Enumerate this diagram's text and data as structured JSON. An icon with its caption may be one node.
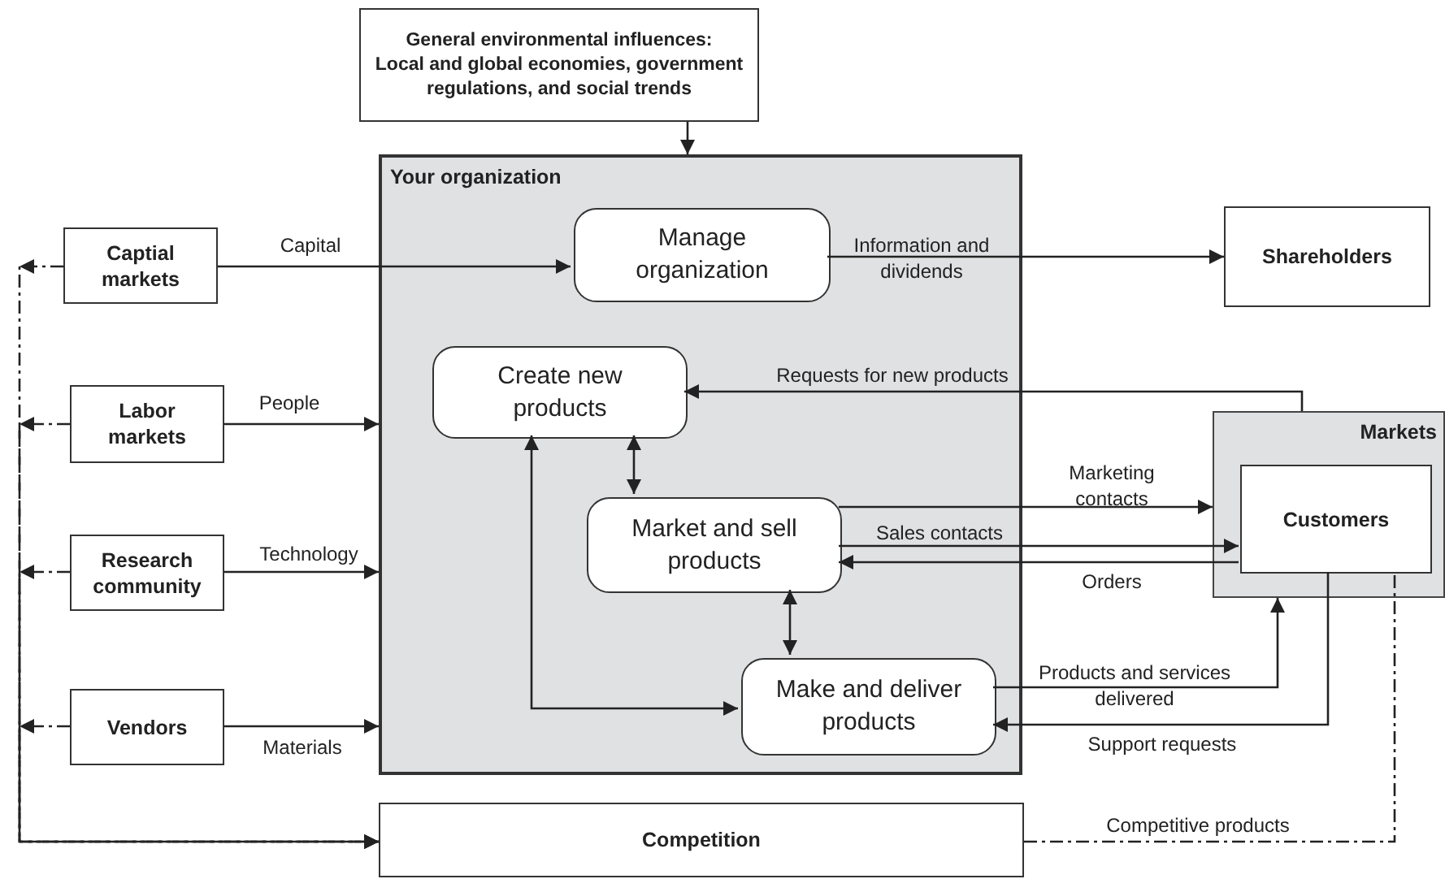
{
  "diagram": {
    "nodes": [
      {
        "text": [
          "General environmental influences:",
          "Local and global economies, government regulations, and social trends"
        ]
      },
      {
        "text": [
          "Your organization"
        ]
      },
      {
        "text": [
          "Manage organization"
        ],
        "in": 1
      },
      {
        "text": [
          "Create new products"
        ],
        "in": 1
      },
      {
        "text": [
          "Market and sell products"
        ],
        "in": 1
      },
      {
        "text": [
          "Make and deliver products"
        ],
        "in": 1
      },
      {
        "text": [
          "Captial markets"
        ]
      },
      {
        "text": [
          "Labor markets"
        ]
      },
      {
        "text": [
          "Research community"
        ]
      },
      {
        "text": [
          "Vendors"
        ]
      },
      {
        "text": [
          "Shareholders"
        ]
      },
      {
        "text": [
          "Markets"
        ]
      },
      {
        "text": [
          "Customers"
        ],
        "in": 11
      },
      {
        "text": [
          "Competition"
        ]
      }
    ],
    "edges": [
      {
        "from": 0,
        "to": 1,
        "arrow": "to"
      },
      {
        "from": 6,
        "to": 2,
        "arrow": "to",
        "label": "Capital"
      },
      {
        "from": 7,
        "to": 1,
        "arrow": "to",
        "label": "People"
      },
      {
        "from": 8,
        "to": 1,
        "arrow": "to",
        "label": "Technology"
      },
      {
        "from": 9,
        "to": 1,
        "arrow": "to",
        "label": "Materials"
      },
      {
        "from": 2,
        "to": 10,
        "arrow": "to",
        "label": "Information and dividends"
      },
      {
        "from": 11,
        "to": 3,
        "arrow": "to",
        "label": "Requests for new products"
      },
      {
        "from": 3,
        "to": 4,
        "arrow": "both"
      },
      {
        "from": 4,
        "to": 11,
        "arrow": "to",
        "label": "Marketing contacts"
      },
      {
        "from": 4,
        "to": 12,
        "arrow": "to",
        "label": "Sales contacts"
      },
      {
        "from": 12,
        "to": 4,
        "arrow": "to",
        "label": "Orders"
      },
      {
        "from": 4,
        "to": 5,
        "arrow": "both"
      },
      {
        "from": 3,
        "to": 5,
        "arrow": "both"
      },
      {
        "from": 5,
        "to": 11,
        "arrow": "to",
        "label": "Products and services delivered"
      },
      {
        "from": 12,
        "to": 5,
        "arrow": "to",
        "label": "Support requests"
      },
      {
        "from": 6,
        "to": 13,
        "arrow": "to",
        "style": "dashed"
      },
      {
        "from": 7,
        "to": 13,
        "arrow": "to",
        "style": "dashed"
      },
      {
        "from": 8,
        "to": 13,
        "arrow": "to",
        "style": "dashed"
      },
      {
        "from": 9,
        "to": 13,
        "arrow": "to",
        "style": "dashed"
      },
      {
        "from": 13,
        "to": 12,
        "arrow": "none",
        "style": "dashed",
        "label": "Competitive products"
      }
    ]
  }
}
